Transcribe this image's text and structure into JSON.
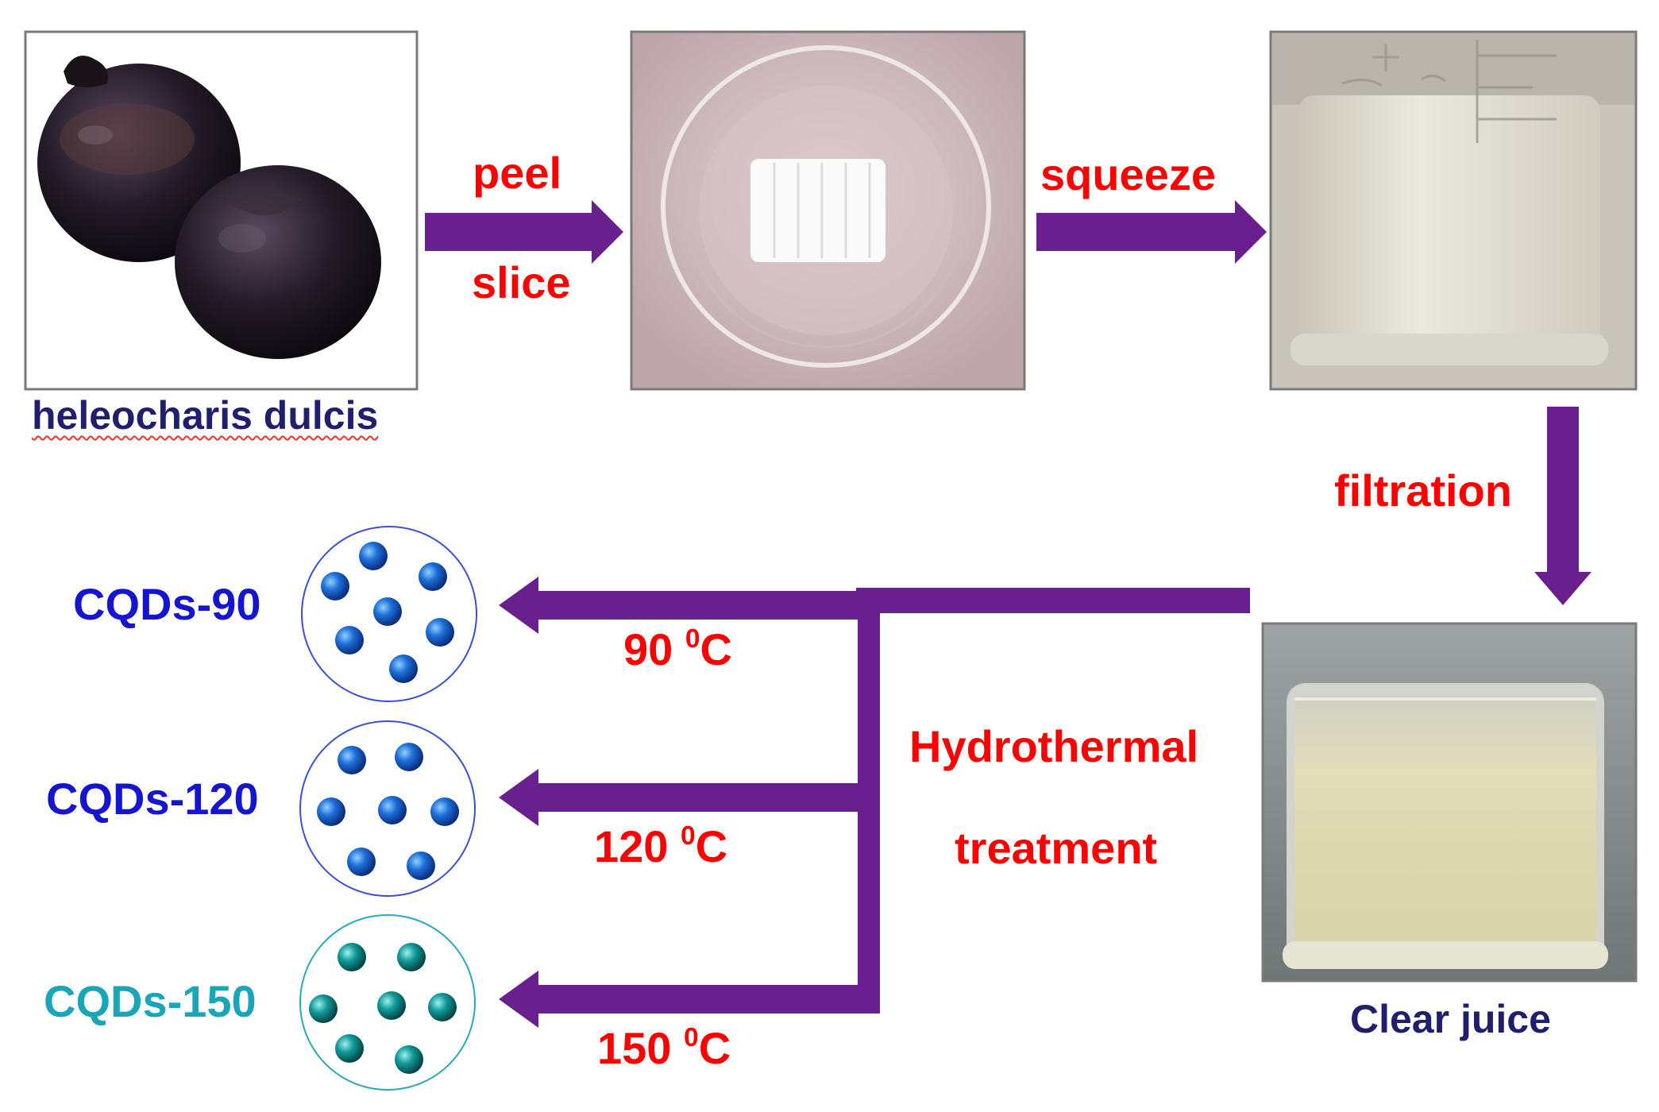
{
  "diagram": {
    "photos": {
      "heleocharis": {
        "caption": "heleocharis dulcis"
      },
      "slices": {
        "caption": ""
      },
      "squeezed_juice": {
        "caption": ""
      },
      "clear_juice": {
        "caption": "Clear juice"
      }
    },
    "steps": {
      "peel": "peel",
      "slice": "slice",
      "squeeze": "squeeze",
      "filtration": "filtration",
      "hydrothermal": "Hydrothermal",
      "treatment": "treatment"
    },
    "temperatures": [
      {
        "value": "90",
        "sup": "0",
        "unit": "C"
      },
      {
        "value": "120",
        "sup": "0",
        "unit": "C"
      },
      {
        "value": "150",
        "sup": "0",
        "unit": "C"
      }
    ],
    "products": [
      {
        "label": "CQDs-90",
        "color": "#1515d0"
      },
      {
        "label": "CQDs-120",
        "color": "#1515d0"
      },
      {
        "label": "CQDs-150",
        "color": "#1aa5b8"
      }
    ],
    "colors": {
      "arrow": "#6a1f8e",
      "step_text": "#ff0000",
      "caption": "#1f1f6e",
      "dot_blue": "#1e6fd8",
      "dot_teal": "#0f8f8f"
    }
  }
}
